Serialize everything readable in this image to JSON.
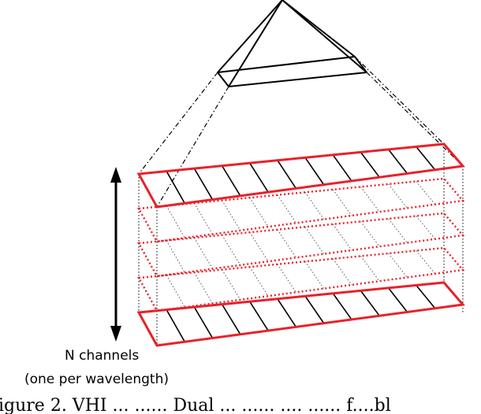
{
  "channels_label": "N channels",
  "channels_sublabel": "(one per wavelength)",
  "caption_fragment": "igure 2.  VHI ... ......   Dual  ... ...... ....  ......  f....bl",
  "colors": {
    "band_outline": "#e8212b",
    "band_dotted": "#e8212b",
    "lines": "#000000"
  },
  "slit_segments": 11,
  "intermediate_bands": 3
}
